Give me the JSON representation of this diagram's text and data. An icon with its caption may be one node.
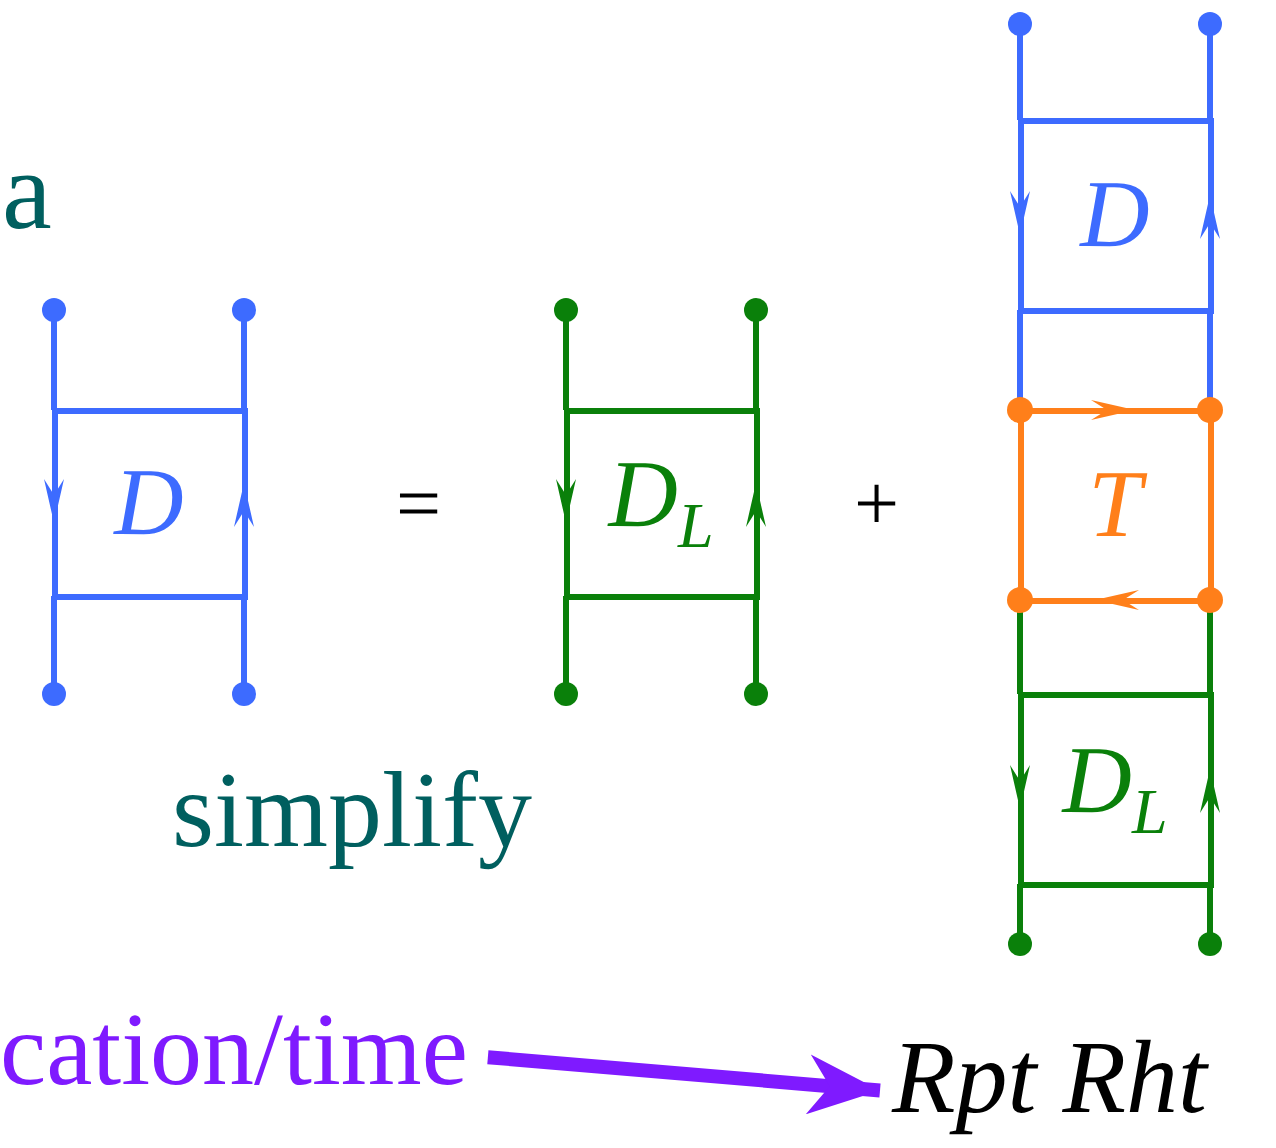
{
  "diagram": {
    "nodes": [
      {
        "text": [
          "D"
        ]
      },
      {
        "text": [
          "D$_{L}$"
        ]
      },
      {
        "text": [
          "D"
        ]
      },
      {
        "text": [
          "T"
        ]
      },
      {
        "text": [
          "D$_{L}$"
        ]
      },
      {
        "text": [
          "cation/time"
        ]
      },
      {
        "text": [
          "Rpt Rht"
        ]
      }
    ],
    "edges": [
      {
        "from": null,
        "to": 0,
        "arrow": "other",
        "color": "#3d6bff"
      },
      {
        "from": null,
        "to": 0,
        "arrow": "other",
        "color": "#3d6bff"
      },
      {
        "from": null,
        "to": 0,
        "arrow": "other",
        "color": "#3d6bff"
      },
      {
        "from": null,
        "to": 0,
        "arrow": "other",
        "color": "#3d6bff"
      },
      {
        "from": null,
        "to": 1,
        "arrow": "other",
        "color": "#0a800a"
      },
      {
        "from": null,
        "to": 1,
        "arrow": "other",
        "color": "#0a800a"
      },
      {
        "from": null,
        "to": 1,
        "arrow": "other",
        "color": "#0a800a"
      },
      {
        "from": null,
        "to": 1,
        "arrow": "other",
        "color": "#0a800a"
      },
      {
        "from": null,
        "to": 2,
        "arrow": "other",
        "color": "#3d6bff"
      },
      {
        "from": null,
        "to": 2,
        "arrow": "other",
        "color": "#3d6bff"
      },
      {
        "from": 2,
        "to": 3,
        "arrow": "none",
        "color": "#3d6bff"
      },
      {
        "from": 2,
        "to": 3,
        "arrow": "none",
        "color": "#3d6bff"
      },
      {
        "from": 3,
        "to": 4,
        "arrow": "none",
        "color": "#0a800a"
      },
      {
        "from": 3,
        "to": 4,
        "arrow": "none",
        "color": "#0a800a"
      },
      {
        "from": null,
        "to": 4,
        "arrow": "other",
        "color": "#0a800a"
      },
      {
        "from": null,
        "to": 4,
        "arrow": "other",
        "color": "#0a800a"
      },
      {
        "from": 5,
        "to": 6,
        "arrow": "to",
        "style": "thick",
        "color": "#7f1aff"
      }
    ],
    "labels": [
      "a",
      "=",
      "+",
      "simplify"
    ]
  }
}
